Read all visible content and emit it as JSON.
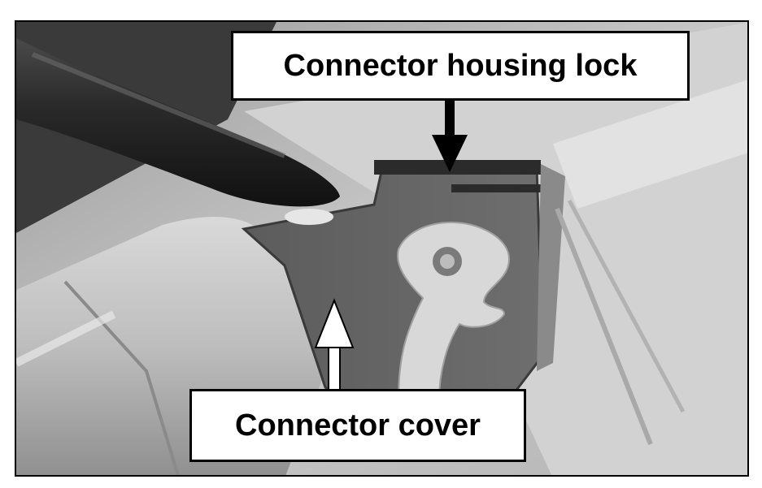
{
  "image": {
    "description_icon": "wire-connector-photo",
    "tone": "grayscale"
  },
  "callouts": {
    "top_label": "Connector housing lock",
    "bottom_label": "Connector cover"
  },
  "colors": {
    "frame": "#000000",
    "label_bg": "#ffffff",
    "arrow_dark": "#000000",
    "arrow_light": "#ffffff"
  }
}
